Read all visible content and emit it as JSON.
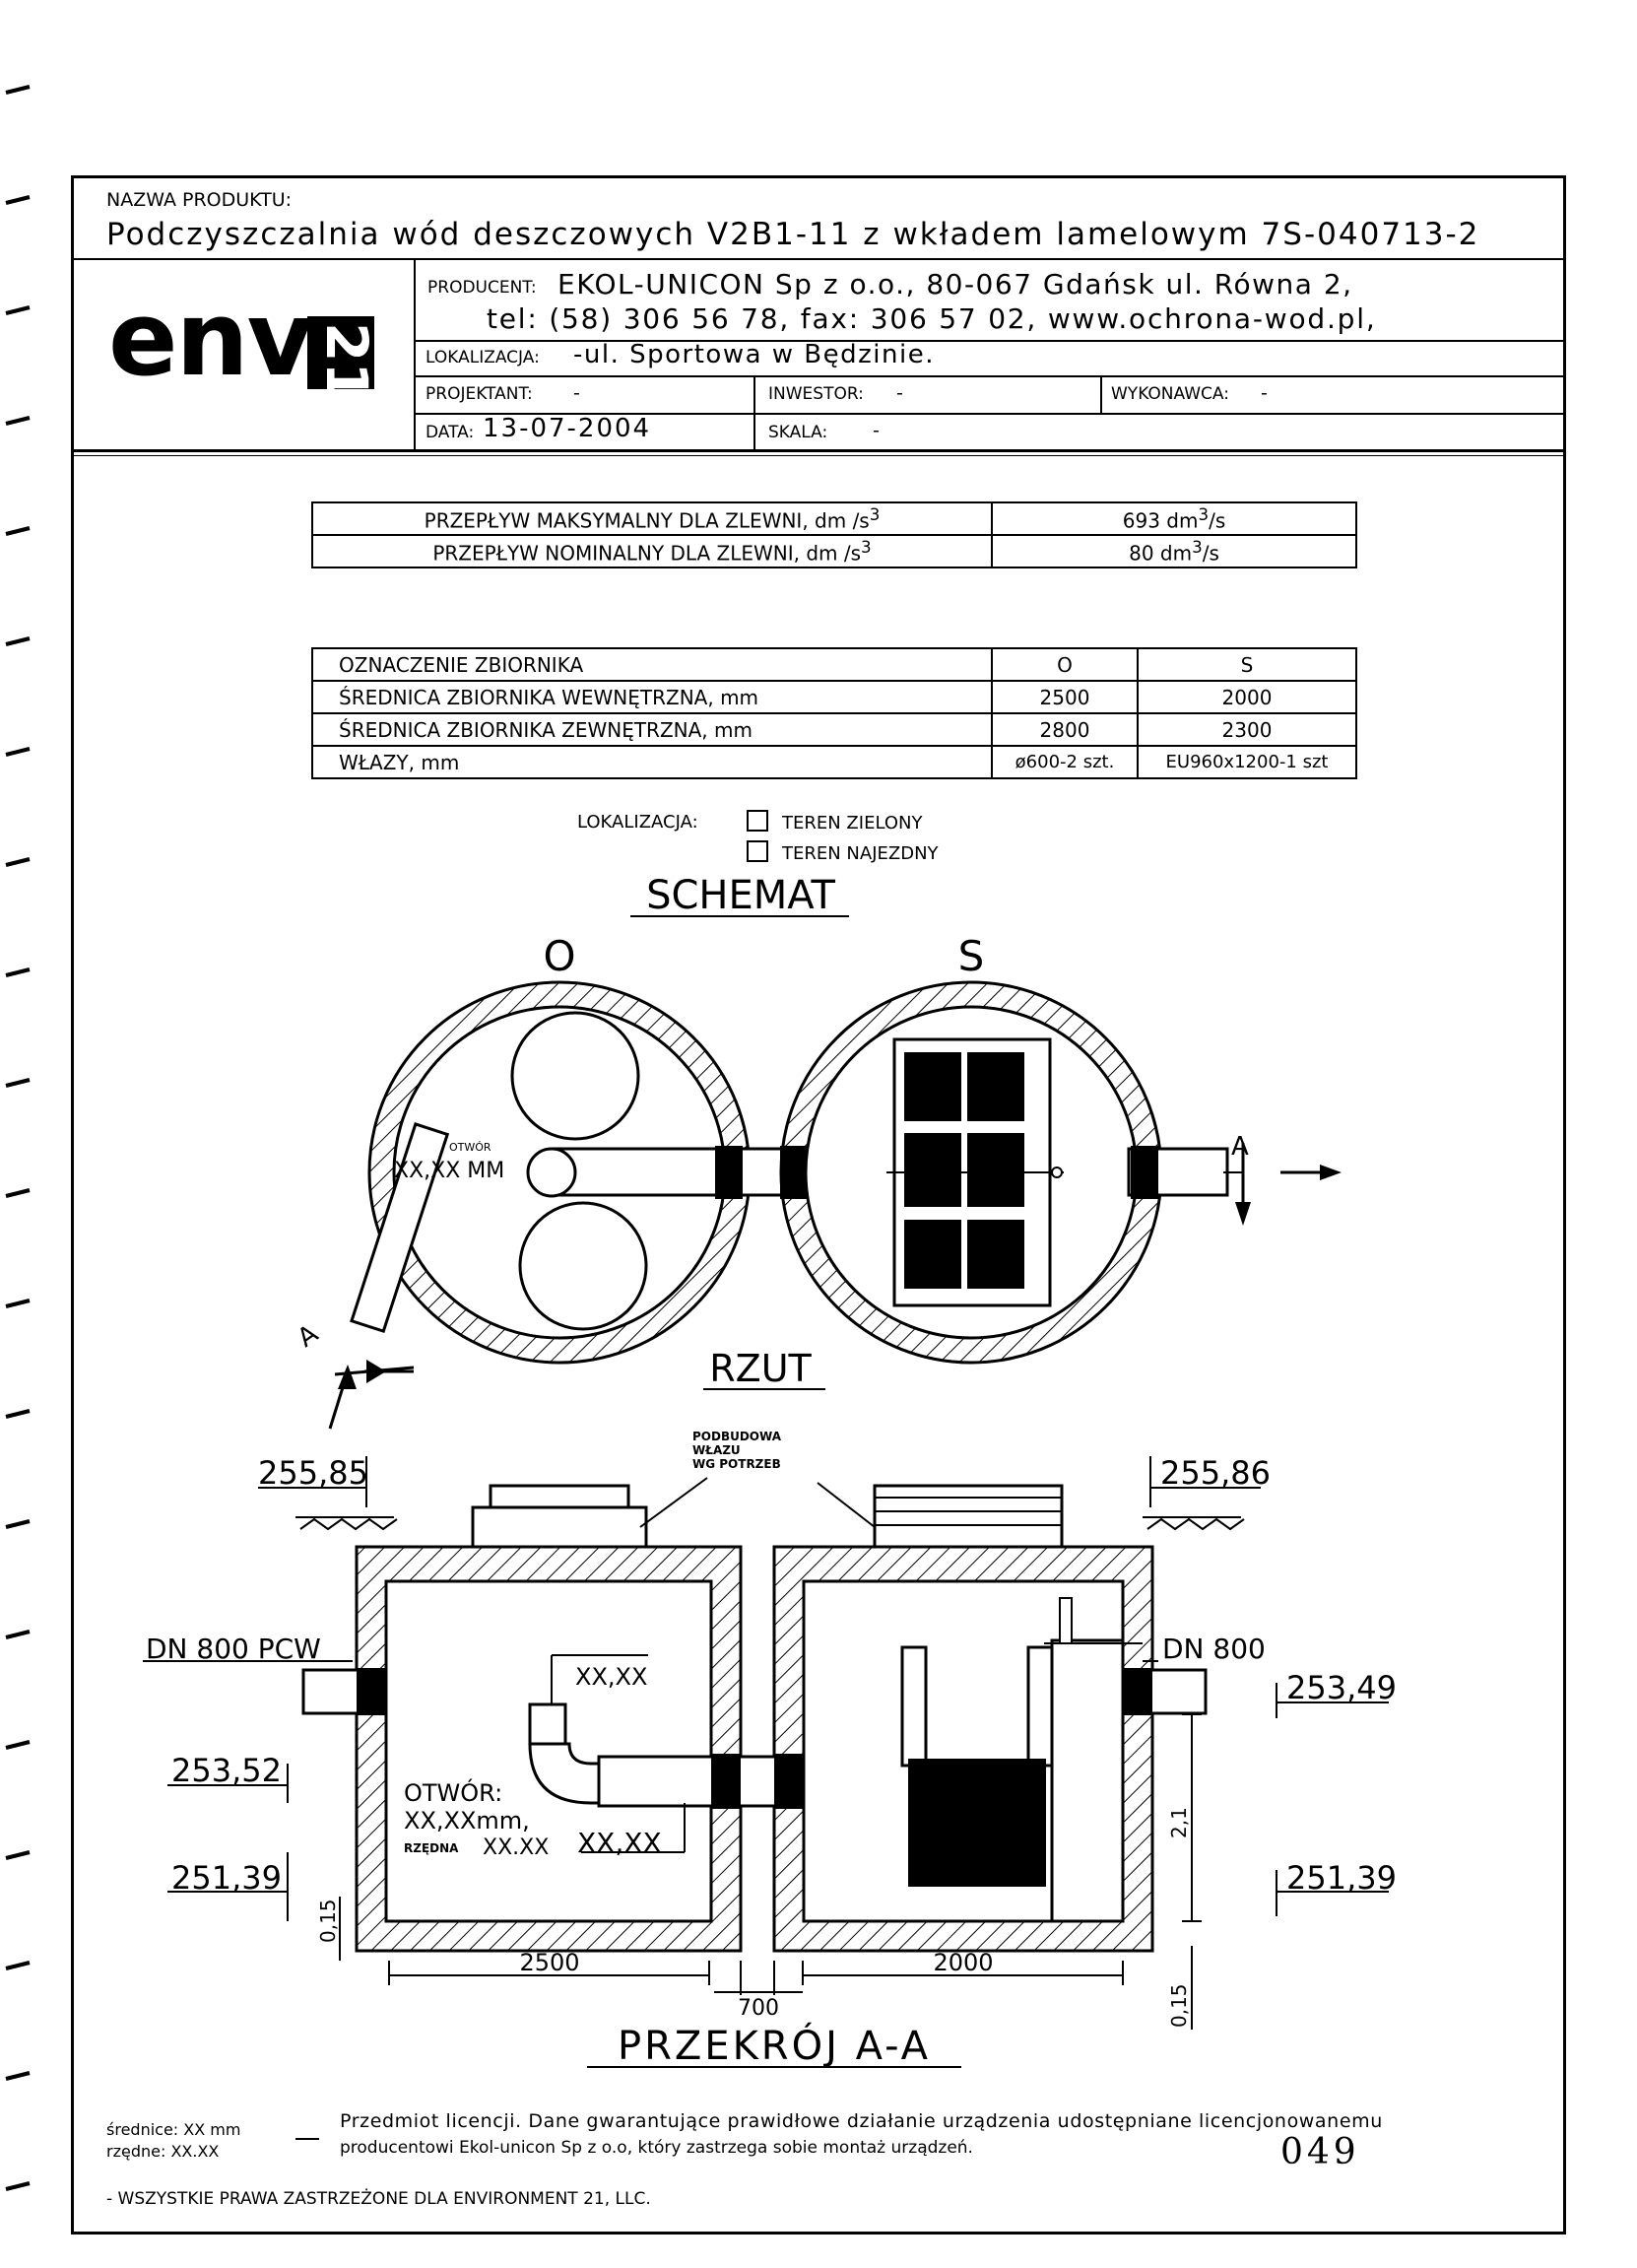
{
  "header": {
    "product_label": "NAZWA PRODUKTU:",
    "product_name": "Podczyszczalnia wód deszczowych V2B1-11 z wkładem lamelowym 7S-040713-2",
    "logo_text": "env21",
    "producer_label": "PRODUCENT:",
    "producer_line1": "EKOL-UNICON Sp z o.o., 80-067 Gdańsk ul. Równa 2,",
    "producer_line2": "tel: (58) 306 56 78, fax: 306 57 02, www.ochrona-wod.pl,",
    "location_label": "LOKALIZACJA:",
    "location_value": "-ul. Sportowa w Będzinie.",
    "designer_label": "PROJEKTANT:",
    "designer_value": "-",
    "investor_label": "INWESTOR:",
    "investor_value": "-",
    "contractor_label": "WYKONAWCA:",
    "contractor_value": "-",
    "date_label": "DATA:",
    "date_value": "13-07-2004",
    "scale_label": "SKALA:",
    "scale_value": "-"
  },
  "flow_table": {
    "rows": [
      {
        "label": "PRZEPŁYW  MAKSYMALNY DLA ZLEWNI,  dm /s",
        "sup": "3",
        "value": "693 dm",
        "value_sup": "3",
        "value_unit": "/s"
      },
      {
        "label": "PRZEPŁYW  NOMINALNY DLA ZLEWNI,  dm /s",
        "sup": "3",
        "value": "80 dm",
        "value_sup": "3",
        "value_unit": "/s"
      }
    ]
  },
  "tank_table": {
    "header": [
      "OZNACZENIE ZBIORNIKA",
      "O",
      "S"
    ],
    "rows": [
      [
        "ŚREDNICA ZBIORNIKA WEWNĘTRZNA,   mm",
        "2500",
        "2000"
      ],
      [
        "ŚREDNICA ZBIORNIKA ZEWNĘTRZNA,   mm",
        "2800",
        "2300"
      ],
      [
        "WŁAZY,  mm",
        "ø600-2 szt.",
        "EU960x1200-1 szt"
      ]
    ]
  },
  "location_options": {
    "label": "LOKALIZACJA:",
    "options": [
      "TEREN ZIELONY",
      "TEREN NAJEZDNY"
    ]
  },
  "schemat": {
    "title": "SCHEMAT",
    "tank_o": "O",
    "tank_s": "S",
    "otwor_small": "OTWÓR",
    "otwor_dim": "XX,XX  MM",
    "section_mark": "A",
    "plan_title": "RZUT"
  },
  "section": {
    "title": "PRZEKRÓJ A-A",
    "podbudowa": [
      "PODBUDOWA",
      "WŁAZU",
      "WG POTRZEB"
    ],
    "level_ground_left": "255,85",
    "level_ground_right": "255,86",
    "inlet": "DN  800  PCW",
    "outlet": "DN  800",
    "level_inlet": "253,52",
    "level_outlet": "253,49",
    "level_bottom_left": "251,39",
    "level_bottom_right": "251,39",
    "elbow_level": "XX,XX",
    "otwor_lines": [
      "OTWÓR:",
      "XX,XXmm,"
    ],
    "rzedna_label": "RZĘDNA",
    "rzedna_value": "XX.XX",
    "otwor_level": "XX,XX",
    "dim_2500": "2500",
    "dim_2000": "2000",
    "dim_700": "700",
    "dim_015_left": "0,15",
    "dim_015_right": "0,15",
    "dim_21": "2,1"
  },
  "footer": {
    "legend_srednice": "średnice: XX mm",
    "legend_rzedne": "rzędne:   XX.XX",
    "license_line1": "Przedmiot licencji. Dane gwarantujące prawidłowe działanie urządzenia udostępniane licencjonowanemu",
    "license_line2": "producentowi Ekol-unicon Sp z o.o, który zastrzega sobie montaż urządzeń.",
    "page_number": "049",
    "rights": "- WSZYSTKIE PRAWA ZASTRZEŻONE DLA ENVIRONMENT 21, LLC."
  }
}
